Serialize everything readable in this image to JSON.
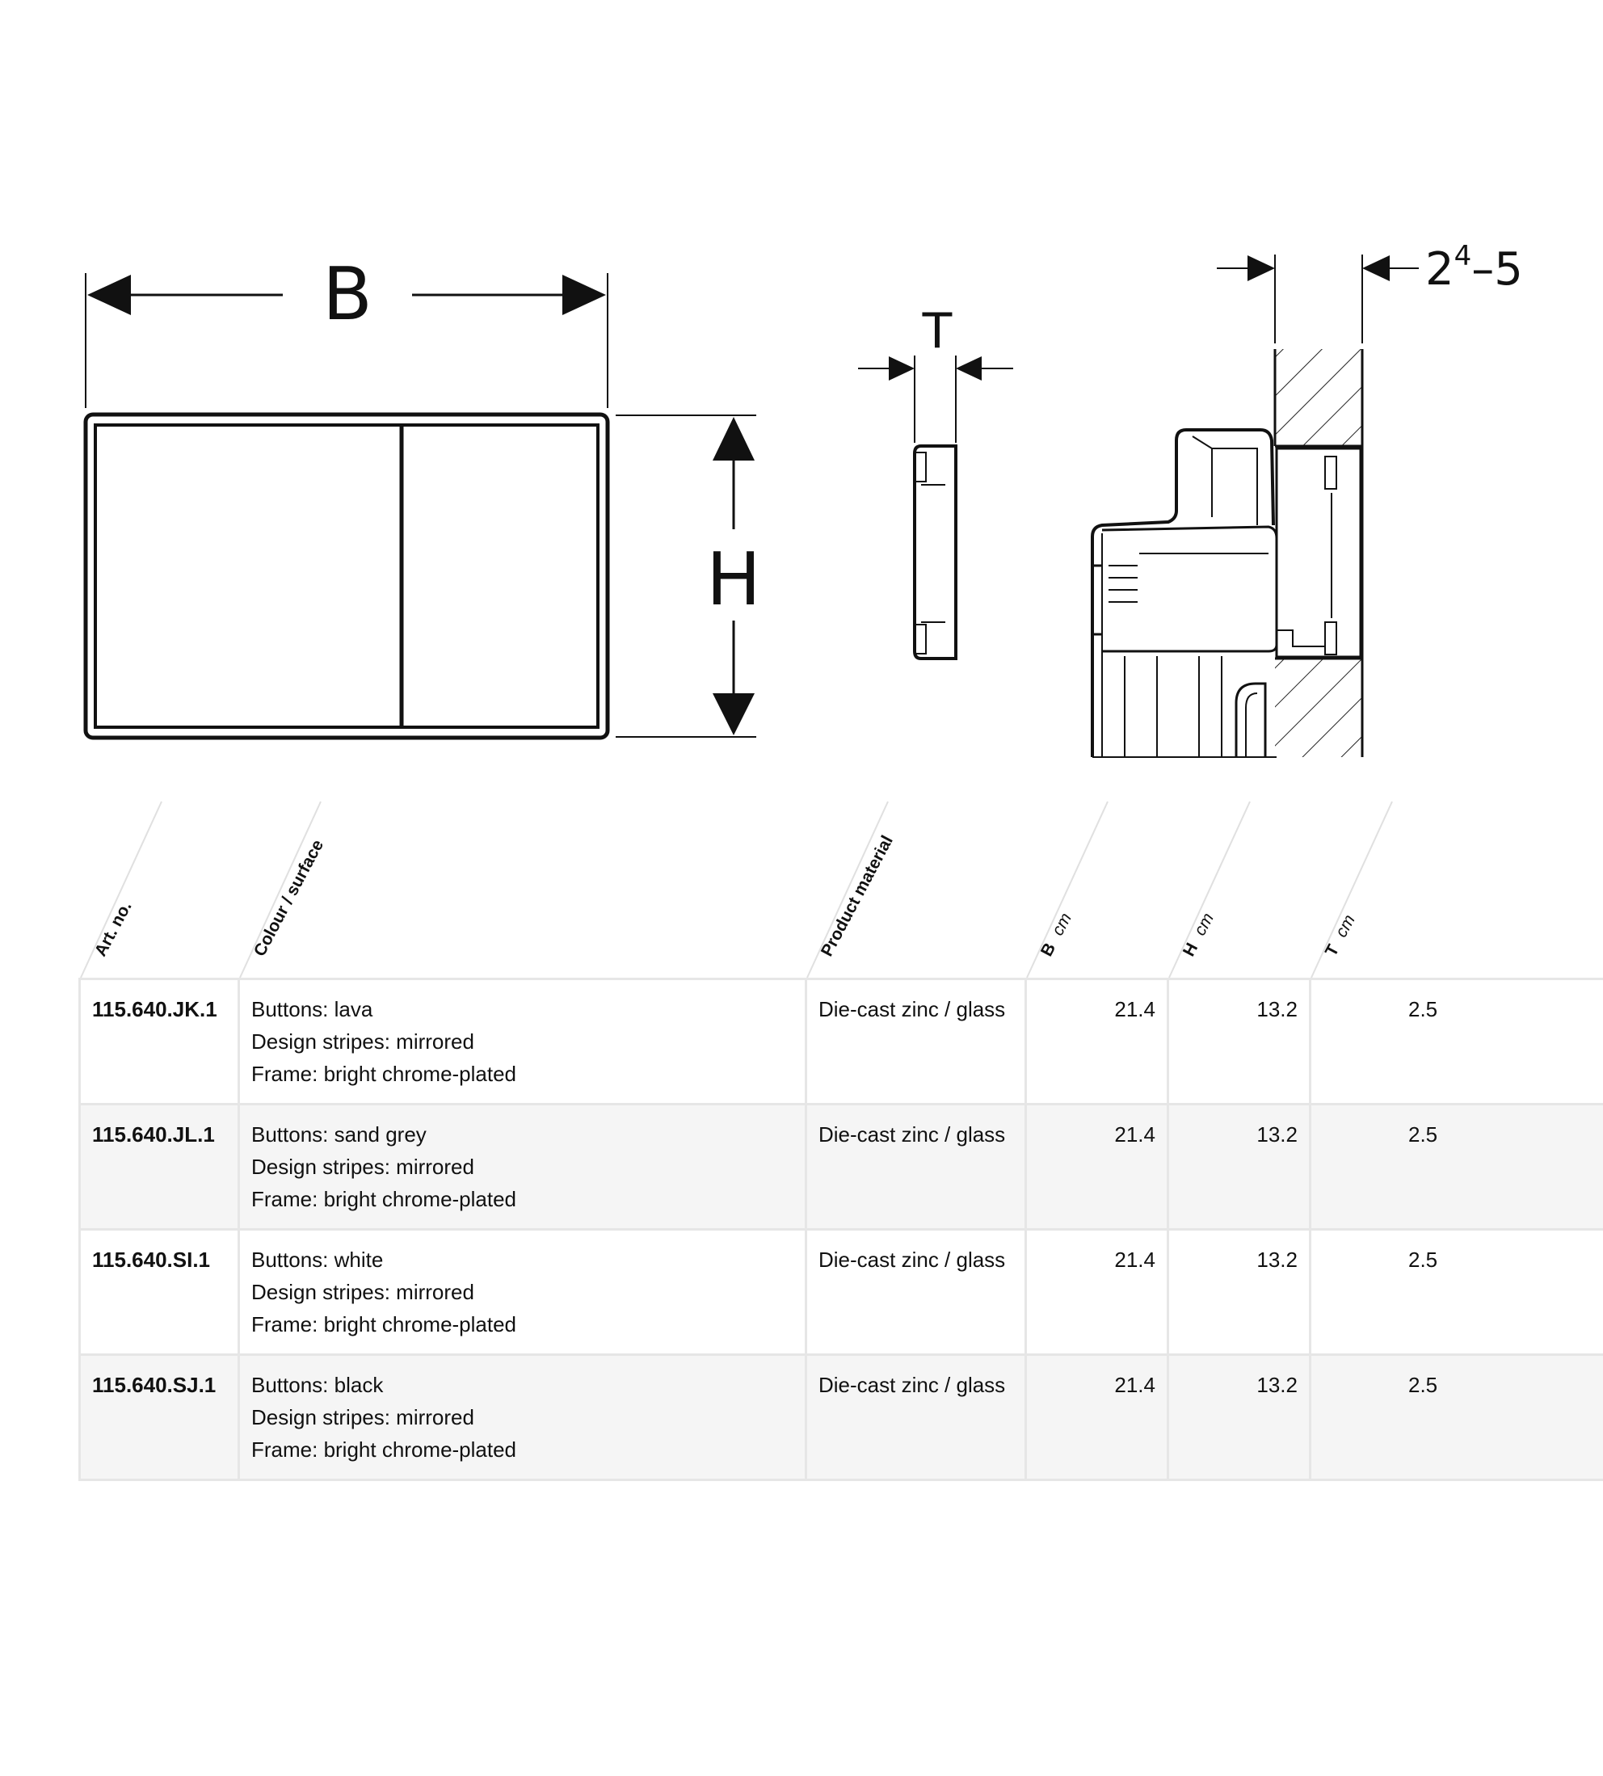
{
  "drawing": {
    "labels": {
      "width": "B",
      "height": "H",
      "thickness": "T",
      "wall_gap_base": "2",
      "wall_gap_sup": "4",
      "wall_gap_rest": "–5"
    }
  },
  "table": {
    "headers": [
      {
        "label": "Art. no.",
        "unit": ""
      },
      {
        "label": "Colour / surface",
        "unit": ""
      },
      {
        "label": "Product material",
        "unit": ""
      },
      {
        "label": "B",
        "unit": "cm"
      },
      {
        "label": "H",
        "unit": "cm"
      },
      {
        "label": "T",
        "unit": "cm"
      }
    ],
    "rows": [
      {
        "art_no": "115.640.JK.1",
        "colour": [
          "Buttons: lava",
          "Design stripes: mirrored",
          "Frame: bright chrome-plated"
        ],
        "material": "Die-cast zinc / glass",
        "b": "21.4",
        "h": "13.2",
        "t": "2.5"
      },
      {
        "art_no": "115.640.JL.1",
        "colour": [
          "Buttons: sand grey",
          "Design stripes: mirrored",
          "Frame: bright chrome-plated"
        ],
        "material": "Die-cast zinc / glass",
        "b": "21.4",
        "h": "13.2",
        "t": "2.5"
      },
      {
        "art_no": "115.640.SI.1",
        "colour": [
          "Buttons: white",
          "Design stripes: mirrored",
          "Frame: bright chrome-plated"
        ],
        "material": "Die-cast zinc / glass",
        "b": "21.4",
        "h": "13.2",
        "t": "2.5"
      },
      {
        "art_no": "115.640.SJ.1",
        "colour": [
          "Buttons: black",
          "Design stripes: mirrored",
          "Frame: bright chrome-plated"
        ],
        "material": "Die-cast zinc / glass",
        "b": "21.4",
        "h": "13.2",
        "t": "2.5"
      }
    ]
  }
}
